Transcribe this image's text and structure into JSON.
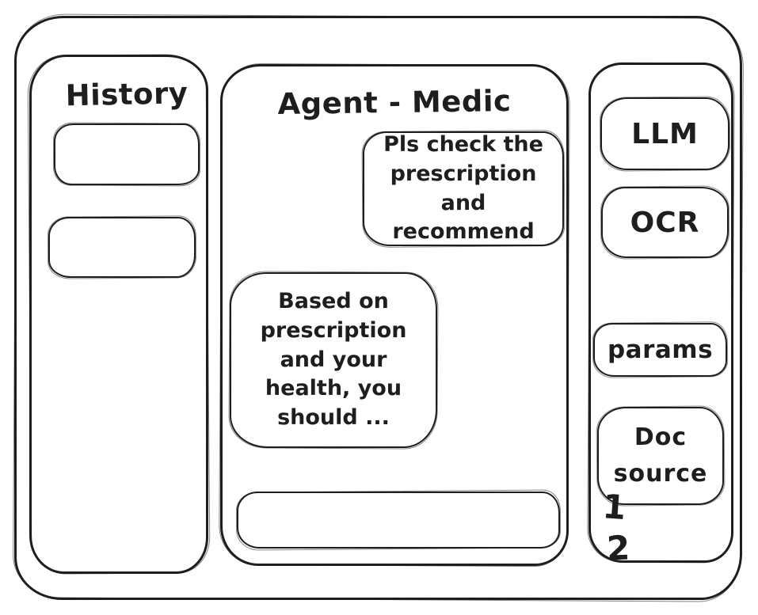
{
  "colors": {
    "stroke": "#1e1e1e",
    "background": "#ffffff"
  },
  "history": {
    "title": "History",
    "items": [
      {
        "label": ""
      },
      {
        "label": ""
      }
    ]
  },
  "chat": {
    "title": "Agent - Medic",
    "user_message": "Pls check the prescription and recommend",
    "agent_message": "Based on prescription and your health, you should ...",
    "input": {
      "value": ""
    }
  },
  "tools": {
    "items": [
      {
        "label": "LLM"
      },
      {
        "label": "OCR"
      },
      {
        "label": "params"
      },
      {
        "label": "Doc source"
      }
    ],
    "annotations": [
      {
        "label": "1"
      },
      {
        "label": "2"
      }
    ]
  }
}
